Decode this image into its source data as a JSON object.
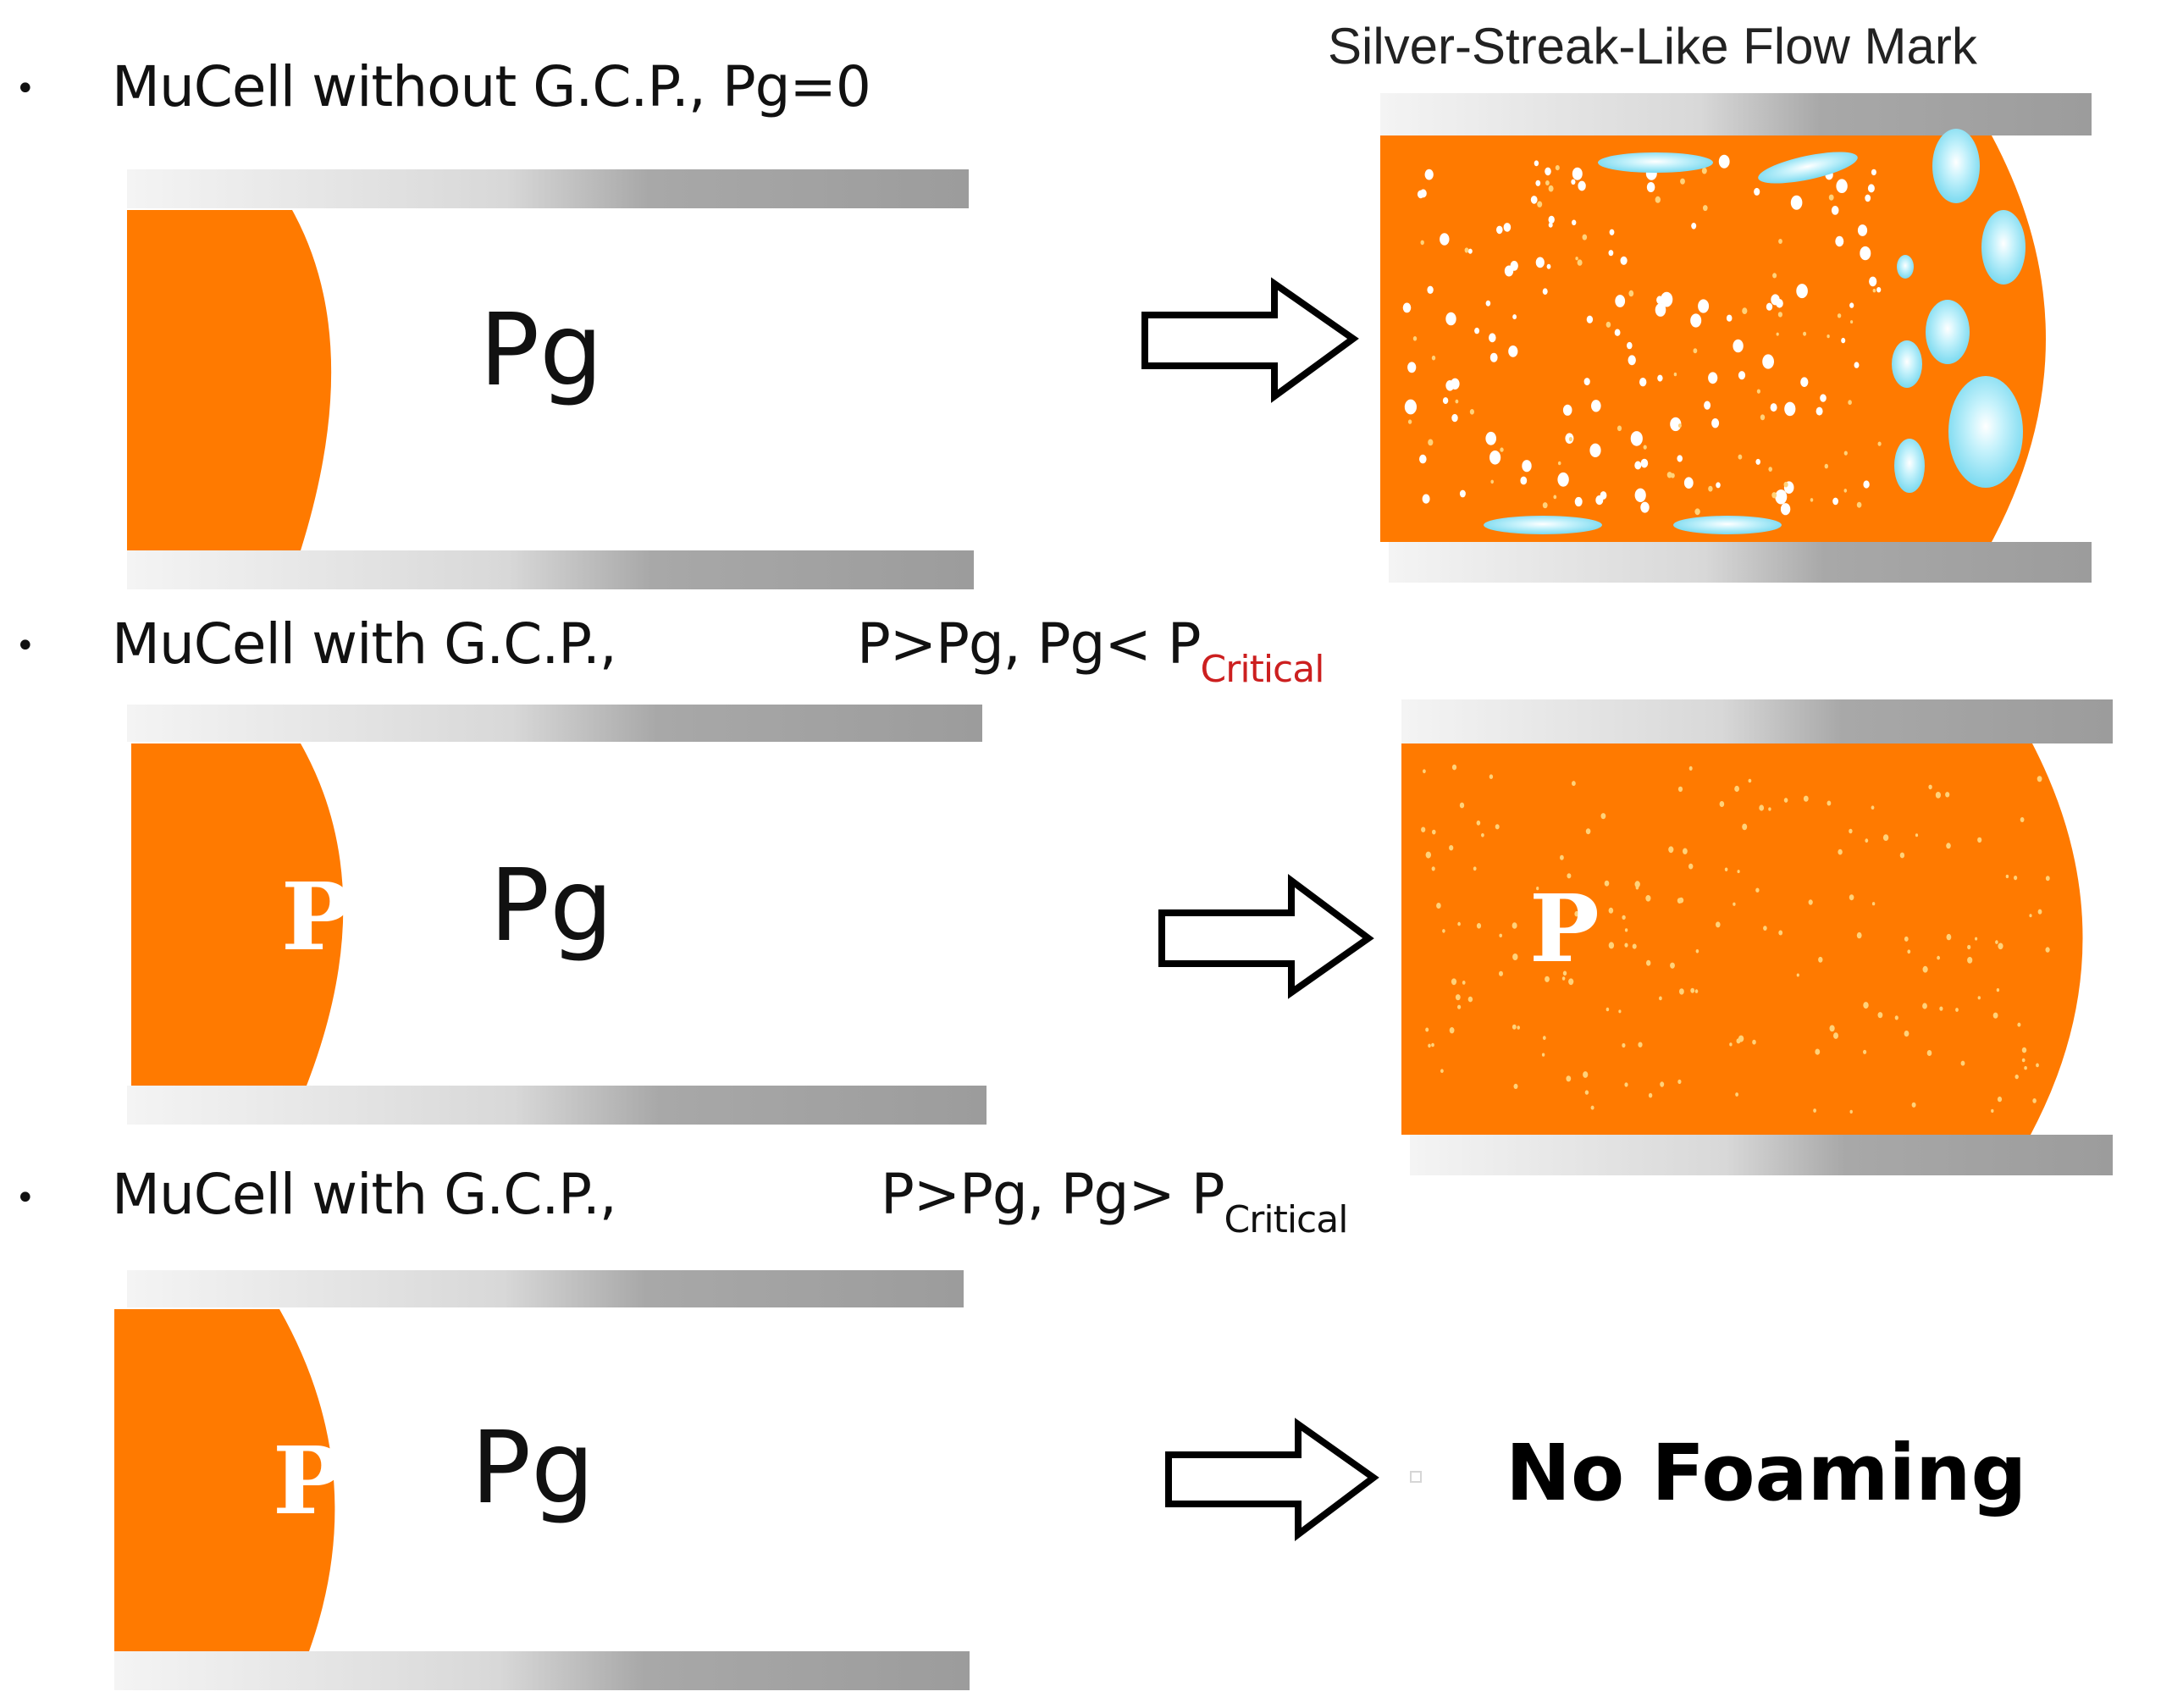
{
  "title_note": "Silver-Streak-Like Flow Mark",
  "rows": [
    {
      "bullet": "•",
      "label": "MuCell without G.C.P., Pg=0",
      "condition_main": "",
      "condition_sub": "",
      "pg_label": "Pg",
      "p_label": "",
      "result_text": ""
    },
    {
      "bullet": "•",
      "label": "MuCell with G.C.P.,",
      "condition_main": "P>Pg, Pg< P",
      "condition_sub": "Critical",
      "pg_label": "Pg",
      "p_label": "P",
      "result_text": ""
    },
    {
      "bullet": "•",
      "label": "MuCell with G.C.P.,",
      "condition_main": "P>Pg, Pg> P",
      "condition_sub": "Critical",
      "pg_label": "Pg",
      "p_label": "P",
      "result_text": "No Foaming"
    }
  ],
  "colors": {
    "melt": "#ff7a00",
    "wall_light": "#f2f2f2",
    "wall_dark": "#9a9a9a",
    "bubble": "#8fe3f5",
    "bubble_highlight": "#ffffff",
    "critical_highlight": "#cc1f1f"
  }
}
